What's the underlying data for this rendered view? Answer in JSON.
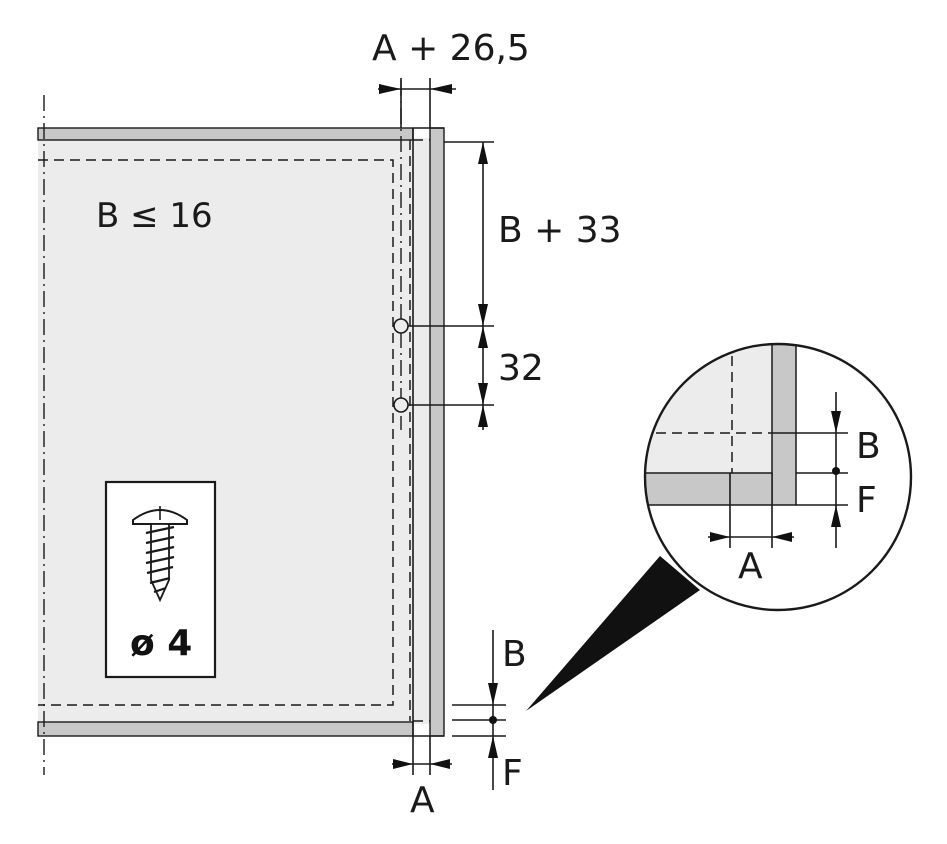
{
  "labels": {
    "top_dim": "A + 26,5",
    "panel_note": "B ≤ 16",
    "right_dim_upper": "B + 33",
    "right_dim_lower": "32",
    "screw_size": "ø 4",
    "bottom_b": "B",
    "bottom_f": "F",
    "bottom_a": "A",
    "detail_b": "B",
    "detail_f": "F",
    "detail_a": "A"
  },
  "colors": {
    "panel_fill": "#ececec",
    "frame_fill": "#c8c8c8",
    "line": "#1a1a1a",
    "callout": "#111111"
  },
  "icons": {
    "fastener": "screw-icon"
  }
}
